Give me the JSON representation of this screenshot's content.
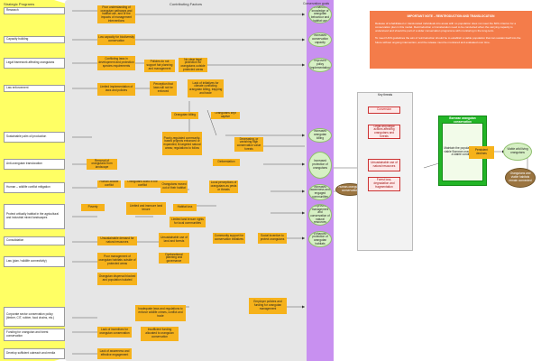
{
  "bands": {
    "strategy_title": "Strategic Programs",
    "factors_title": "Contributing Factors",
    "goals_title": "Conservation goals"
  },
  "strategies": [
    "Research",
    "Capacity building",
    "Legal framework affecting orangutans",
    "Law enforcement",
    "Sustainable palm oil production",
    "Anti-orangutan translocation",
    "Human – wildlife conflict mitigation",
    "Protect critically habitat in the agricultural and industrial mixed landscapes",
    "Consolidation",
    "Law (plan / wildlife connectivity)",
    "Corporate sector conservation policy (timber, CIT, rubber, food chains, etc.)",
    "Funding for orangutan and forest conservation",
    "Develop sufficient outreach and media"
  ],
  "factors": [
    "Poor understanding of orangutan pathways and habitat use, and of the impacts of management interventions",
    "Low capacity for biodiversity conservation",
    "Conflicting laws in development and protection species requirements",
    "Policies do not support fair planning and management",
    "No clear legal protection for orangutans outside protected areas",
    "Limited implementation of laws and policies",
    "Perception that laws will not be enforced",
    "Lack of initiatives for climate conflicting orangutan killing, trapping and trade",
    "Orangutan killing",
    "Orangutans kept captive",
    "Poorly-regulated community-based projects enhanced or expanded; ill-targeted natural areas; regulations to follow",
    "Decreasing, or vanishing high conservation value forests",
    "Deforestation",
    "Removal of orangutans from landscape",
    "Orangutans killed in the conflict",
    "Human-wildlife conflict",
    "Orangutans moved out of their habitat",
    "Local perceptions of orangutans as pests or threats",
    "Poverty",
    "Limited and insecure land tenure",
    "Habitat loss",
    "Limited land tenure rights for local communities",
    "Community support for conservation initiatives",
    "Social incentive to protect orangutans",
    "Unsustainable demand for natural resources",
    "Unsustainable use of land and forests",
    "Poor management of orangutan habitats outside of protected areas",
    "Dysfunctional planning and governance",
    "Orangutan dispersal blocked and population isolated",
    "Employer policies and funding for orangutan management",
    "Inadequate laws and regulations to enforce wildlife crimes, conflict and trade",
    "Lack of incentives for orangutan conservation",
    "Insufficient funding allocated to orangutan conservation",
    "Lack of awareness and effective engagement"
  ],
  "goals": [
    "Enhanced knowledge of orangutan behaviour and habitat use",
    "Increased conservation capacity",
    "Improved policy implementation",
    "Increased orangutan killing",
    "Increased protection of orangutans",
    "Increased awareness and engaged communities",
    "Improved management and conservation of natural resources",
    "Enhanced protection of orangutan habitats"
  ],
  "brown_ellipse": "Human-orangutan conservation",
  "threats": {
    "title": "Key threats",
    "items": [
      "Conversion",
      "Legal and illegal actions affecting orangutans and forests",
      "Unsustainable use of natural resources",
      "Forest loss, degradation and fragmentation"
    ]
  },
  "target": {
    "title": "Bornean orangutan conservation",
    "description": "Maintain the population size / viable Bornean orangutans in a stable condition"
  },
  "outcomes": {
    "persistence": "Persistent declines",
    "viable": "Viable wild living orangutans",
    "connected": "Orangutans and viable habitats remain connected"
  },
  "note": {
    "title": "IMPORTANT NOTE – REINTRODUCTION AND TRANSLOCATION",
    "p1": "Release of rehabilitated or translocated individuals into areas with no population does not meet the 60% criterion for a conservation plan in this model. Reintroduction or translocation need to be conducted when the carrying capacity is understood and should be part of a wider conservation programme with monitoring in the long-term.",
    "p2": "To meet IUCN guidelines the aim of reintroduction should be to establish a viable population that can sustain itself into the future without ongoing intervention, and the release must be monitored and evaluated over time."
  },
  "colors": {
    "strategy_band": "#ffff64",
    "factor_band": "#e6e6e6",
    "goal_band": "#c890f0",
    "factor": "#f6b21b",
    "goal": "#d6f0c4",
    "target": "#22b526",
    "note": "#f47c4a"
  }
}
